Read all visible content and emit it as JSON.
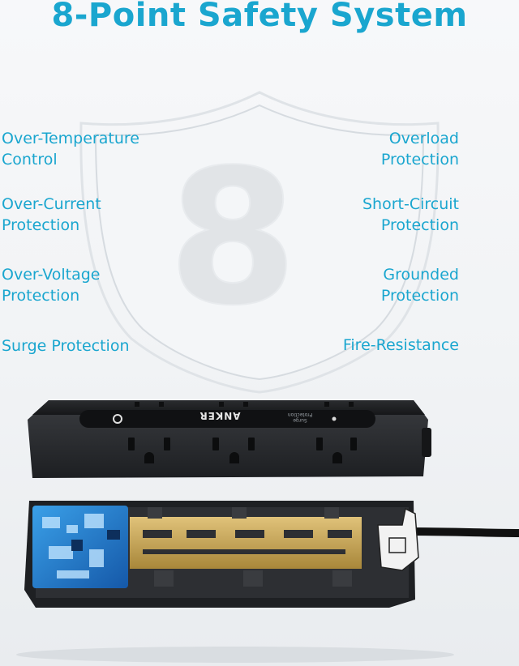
{
  "title": "8-Point Safety System",
  "shield_number": "8",
  "features": {
    "left": [
      {
        "line1": "Over-Temperature",
        "line2": "Control"
      },
      {
        "line1": "Over-Current",
        "line2": "Protection"
      },
      {
        "line1": "Over-Voltage",
        "line2": "Protection"
      },
      {
        "line1": "Surge Protection",
        "line2": ""
      }
    ],
    "right": [
      {
        "line1": "Overload",
        "line2": "Protection"
      },
      {
        "line1": "Short-Circuit",
        "line2": "Protection"
      },
      {
        "line1": "Grounded",
        "line2": "Protection"
      },
      {
        "line1": "Fire-Resistance",
        "line2": ""
      }
    ]
  },
  "device": {
    "brand": "ANKER",
    "indicator_label": "Surge Protection"
  },
  "colors": {
    "accent": "#1aa6cf",
    "device_body": "#2b2d30",
    "busbar": "#c9a64a",
    "pcb": "#1f73c7"
  }
}
